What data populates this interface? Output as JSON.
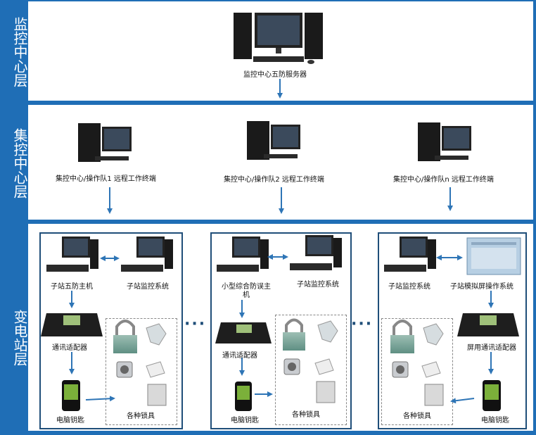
{
  "colors": {
    "accent": "#1f6eb6",
    "arrow": "#2e75b6",
    "border": "#1f4e79"
  },
  "layers": {
    "monitor": "监控中心层",
    "control": "集控中心层",
    "substation": "变电站层"
  },
  "monitor": {
    "server_label": "监控中心五防服务器"
  },
  "control": {
    "terminal1": "集控中心/操作队1 远程工作终端",
    "terminal2": "集控中心/操作队2 远程工作终端",
    "terminaln": "集控中心/操作队n 远程工作终端"
  },
  "sub1": {
    "host": "子站五防主机",
    "monitor": "子站监控系统",
    "adapter": "通讯适配器",
    "key": "电脑钥匙",
    "locks": "各种锁具"
  },
  "sub2": {
    "host": "小型综合防误主机",
    "monitor": "子站监控系统",
    "adapter": "通讯适配器",
    "key": "电脑钥匙",
    "locks": "各种锁具"
  },
  "sub3": {
    "monitor": "子站监控系统",
    "screen": "子站模拟屏操作系统",
    "adapter": "屏用通讯适配器",
    "key": "电脑钥匙",
    "locks": "各种锁具"
  },
  "ellipsis": "···"
}
